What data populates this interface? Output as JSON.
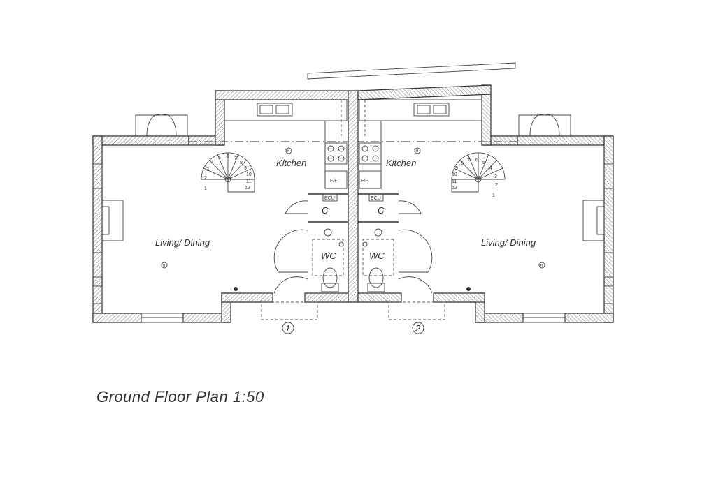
{
  "title": "Ground Floor Plan  1:50",
  "rooms": {
    "kitchen": "Kitchen",
    "living": "Living/ Dining",
    "cupboard": "C",
    "wc": "WC"
  },
  "fixtures": {
    "ecu": "ECU",
    "fridge": "F/F",
    "heater": "H"
  },
  "units": [
    "1",
    "2"
  ],
  "stair_steps": [
    "1",
    "2",
    "3",
    "4",
    "5",
    "6",
    "7",
    "8",
    "9",
    "10",
    "11",
    "12"
  ]
}
